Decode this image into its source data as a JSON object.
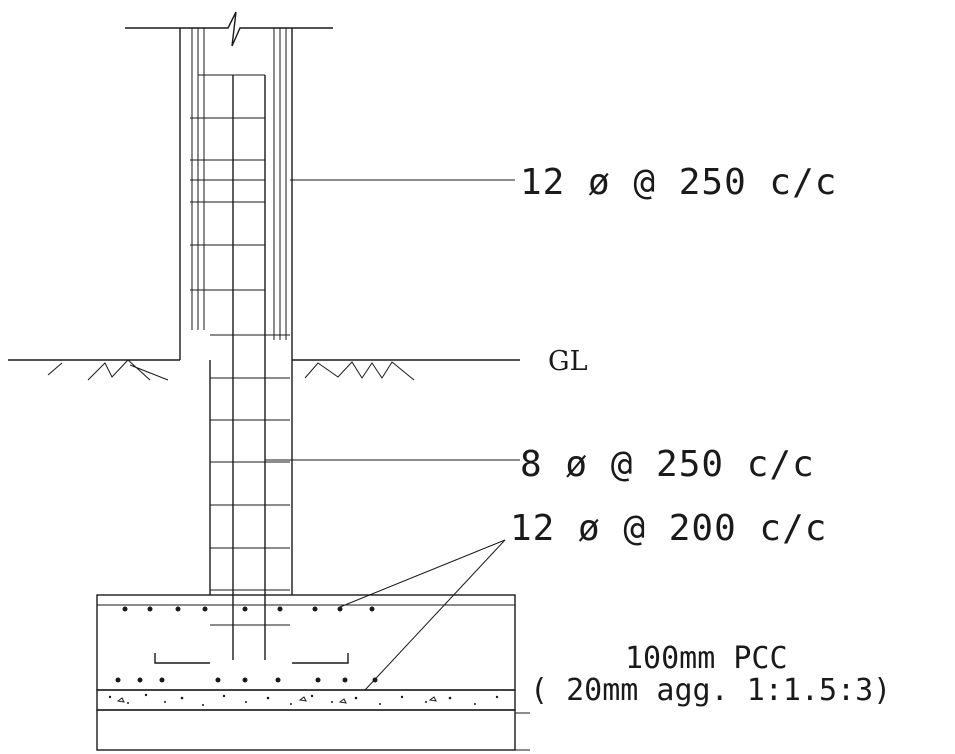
{
  "labels": {
    "vertical_bar": "12 ø @ 250 c/c",
    "ground_level": "GL",
    "distribution_bar": "8 ø @ 250 c/c",
    "footing_bar": "12 ø @ 200 c/c",
    "pcc_line1": "100mm PCC",
    "pcc_line2": "( 20mm agg. 1:1.5:3)"
  }
}
